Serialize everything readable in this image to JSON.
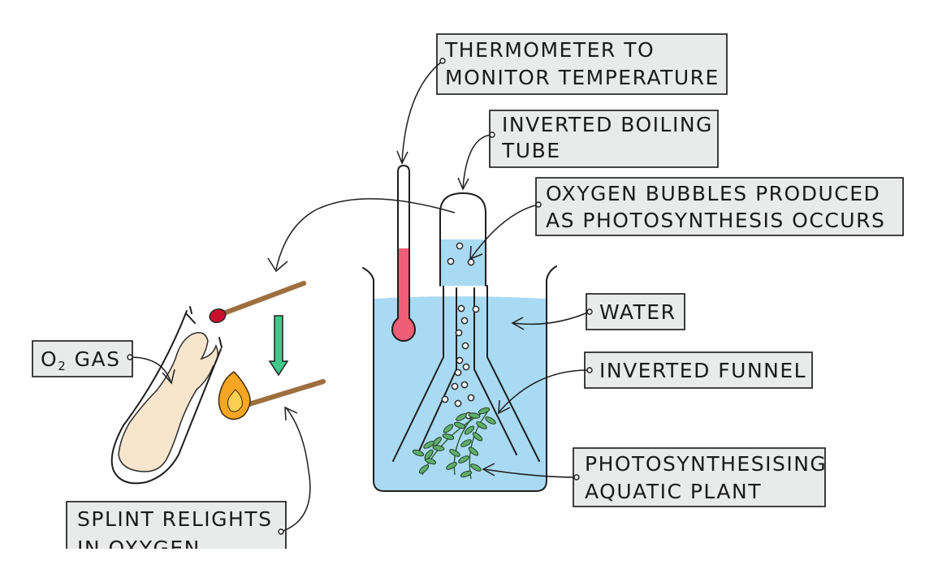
{
  "labels": {
    "thermometer_line1": "THERMOMETER TO",
    "thermometer_line2": "MONITOR TEMPERATURE",
    "boiling_tube_line1": "INVERTED BOILING",
    "boiling_tube_line2": "TUBE",
    "oxygen_bubbles_line1": "OXYGEN BUBBLES PRODUCED",
    "oxygen_bubbles_line2": "AS PHOTOSYNTHESIS OCCURS",
    "water": "WATER",
    "o2_prefix": "O",
    "o2_subscript": "2",
    "o2_suffix": " GAS",
    "inverted_funnel": "INVERTED FUNNEL",
    "plant_line1": "PHOTOSYNTHESISING",
    "plant_line2": "AQUATIC PLANT",
    "splint_line1": "SPLINT RELIGHTS",
    "splint_line2": "IN OXYGEN"
  },
  "colors": {
    "water": "#a9daf3",
    "thermometer_liquid": "#ee5e76",
    "label_box": "#e9eaea",
    "oxygen_gas": "#f7e5cd",
    "splint_wood": "#b5804a",
    "match_head": "#c8102e",
    "flame_outer": "#f6a623",
    "flame_inner": "#fbd052",
    "arrow_green": "#3fca8b",
    "plant_leaf": "#5fae6a"
  }
}
